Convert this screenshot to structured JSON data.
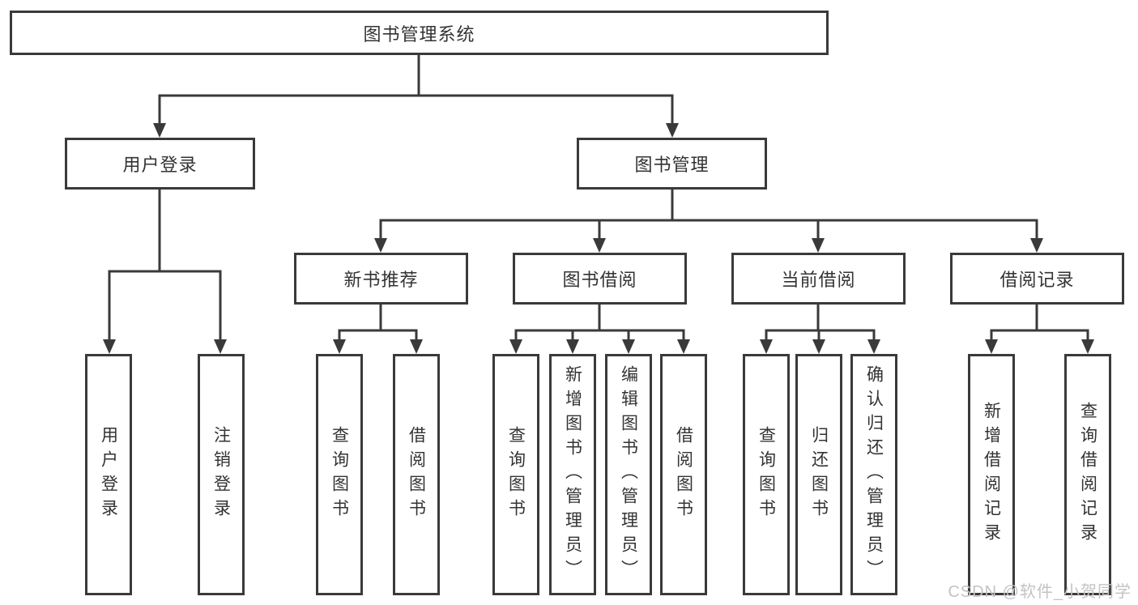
{
  "palette": {
    "line_color": "#3a3a3a",
    "text_color": "#333333",
    "watermark_color": "#c3c3c7",
    "background": "#ffffff"
  },
  "tree": {
    "root": {
      "label": "图书管理系统"
    },
    "level2": [
      {
        "label": "用户登录",
        "children": [
          {
            "label": "用户登录"
          },
          {
            "label": "注销登录"
          }
        ]
      },
      {
        "label": "图书管理",
        "children": [
          {
            "label": "新书推荐",
            "children": [
              {
                "label": "查询图书"
              },
              {
                "label": "借阅图书"
              }
            ]
          },
          {
            "label": "图书借阅",
            "children": [
              {
                "label": "查询图书"
              },
              {
                "label": "新增图书（管理员）"
              },
              {
                "label": "编辑图书（管理员）"
              },
              {
                "label": "借阅图书"
              }
            ]
          },
          {
            "label": "当前借阅",
            "children": [
              {
                "label": "查询图书"
              },
              {
                "label": "归还图书"
              },
              {
                "label": "确认归还（管理员）"
              }
            ]
          },
          {
            "label": "借阅记录",
            "children": [
              {
                "label": "新增借阅记录"
              },
              {
                "label": "查询借阅记录"
              }
            ]
          }
        ]
      }
    ]
  },
  "watermark": {
    "text": "CSDN @软件_小贺同学"
  }
}
